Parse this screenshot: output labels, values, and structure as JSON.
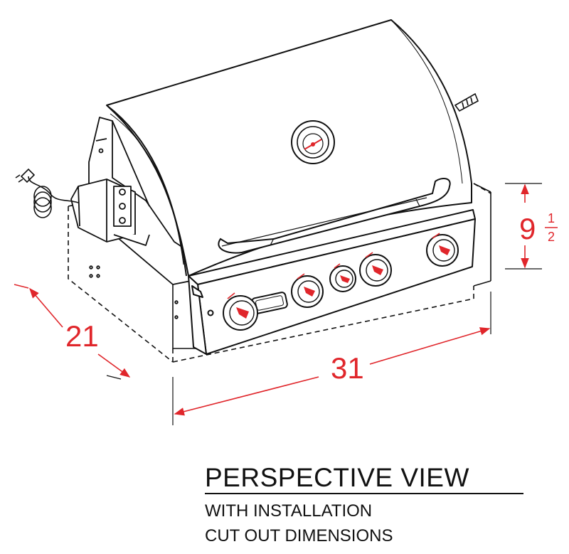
{
  "caption": {
    "title": "PERSPECTIVE VIEW",
    "line1": "WITH INSTALLATION",
    "line2": "CUT OUT DIMENSIONS"
  },
  "dimensions": {
    "depth": "21",
    "width": "31",
    "height_whole": "9",
    "height_fraction_num": "1",
    "height_fraction_den": "2"
  },
  "colors": {
    "dimension": "#e0262b",
    "line": "#111111",
    "background": "#ffffff"
  },
  "icons": {
    "grill": "bbq-grill-drawing",
    "knob": "control-knob-icon",
    "thermometer": "lid-thermometer-icon"
  }
}
